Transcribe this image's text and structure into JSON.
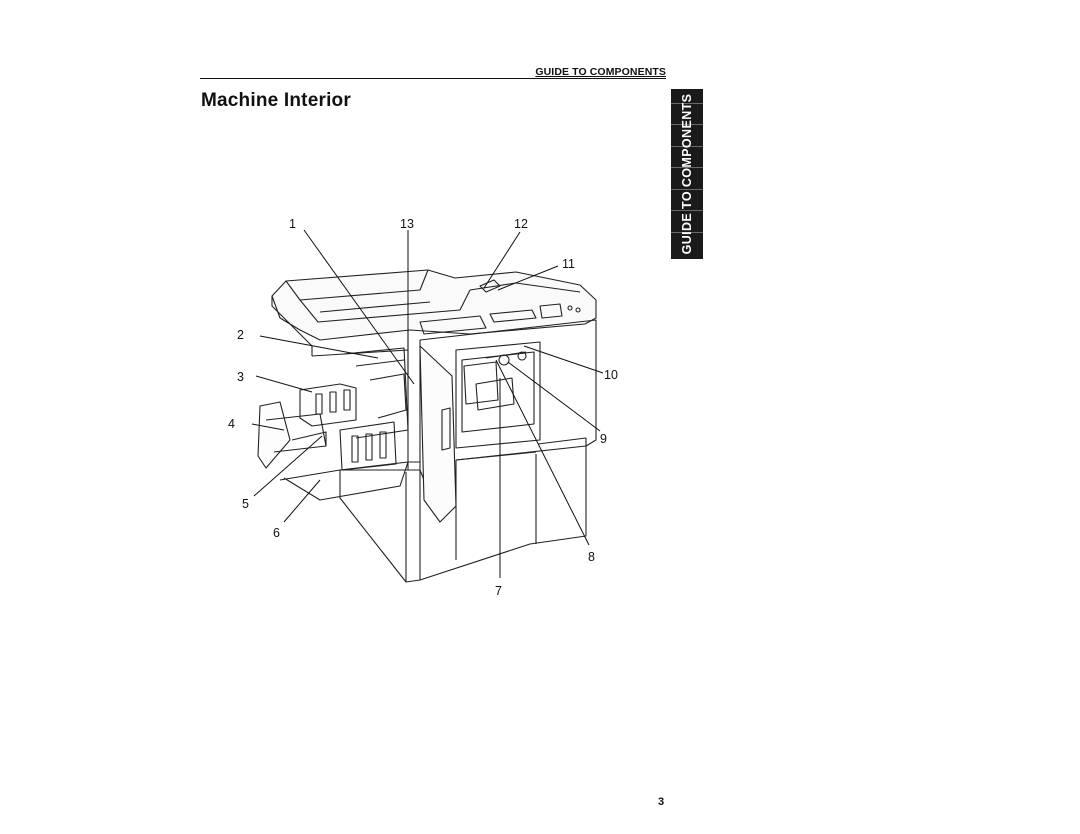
{
  "header": {
    "section_label": "GUIDE TO COMPONENTS",
    "page_title": "Machine Interior"
  },
  "side_tab": {
    "label": "GUIDE TO COMPONENTS"
  },
  "figure": {
    "callouts": [
      "1",
      "2",
      "3",
      "4",
      "5",
      "6",
      "7",
      "8",
      "9",
      "10",
      "11",
      "12",
      "13"
    ]
  },
  "footer": {
    "page_number": "3"
  }
}
